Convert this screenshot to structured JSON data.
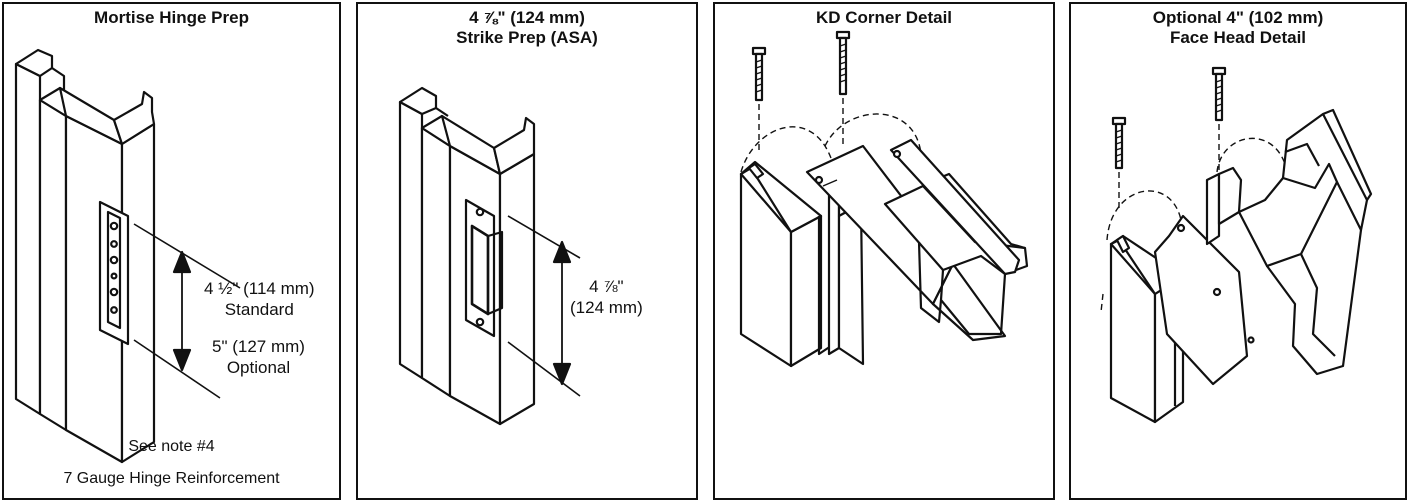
{
  "panels": [
    {
      "title_lines": [
        "Mortise Hinge Prep"
      ],
      "dim_primary_lines": [
        "4 ½\" (114 mm)",
        "Standard"
      ],
      "dim_secondary_lines": [
        "5\" (127 mm)",
        "Optional"
      ],
      "notes": [
        "See note #4",
        "7 Gauge Hinge Reinforcement"
      ]
    },
    {
      "title_lines": [
        "4 ⅞\" (124 mm)",
        "Strike Prep (ASA)"
      ],
      "dim_lines": [
        "4 ⅞\"",
        "(124 mm)"
      ]
    },
    {
      "title_lines": [
        "KD Corner Detail"
      ]
    },
    {
      "title_lines": [
        "Optional 4\" (102 mm)",
        "Face Head Detail"
      ]
    }
  ]
}
